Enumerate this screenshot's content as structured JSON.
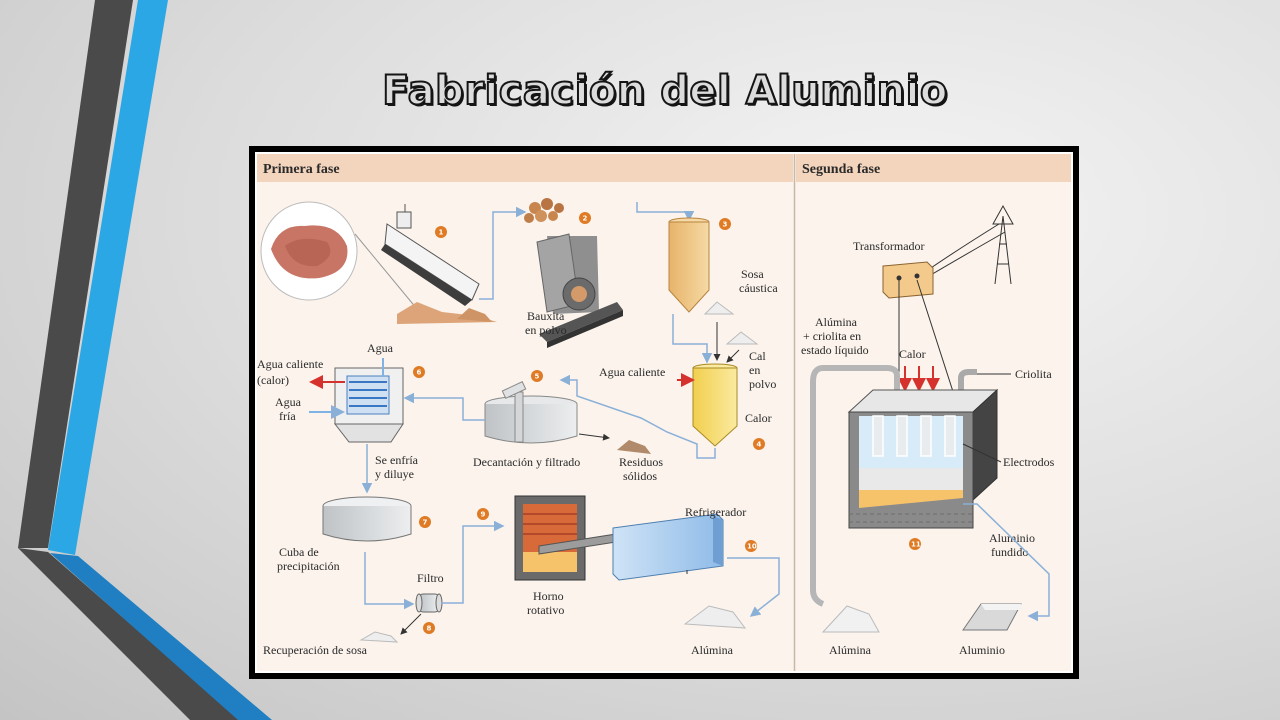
{
  "slide": {
    "title": "Fabricación del Aluminio"
  },
  "diagram": {
    "phase1": "Primera fase",
    "phase2": "Segunda fase",
    "labels": {
      "bauxita_1": "Bauxita",
      "bauxita_2": "en polvo",
      "sosa_1": "Sosa",
      "sosa_2": "cáustica",
      "agua_caliente": "Agua caliente",
      "cal_1": "Cal",
      "cal_2": "en",
      "cal_3": "polvo",
      "calor_4": "Calor",
      "agua": "Agua",
      "agua_caliente_6a": "Agua caliente",
      "agua_caliente_6b": "(calor)",
      "agua_fria_1": "Agua",
      "agua_fria_2": "fría",
      "se_enfria_1": "Se enfría",
      "se_enfria_2": "y diluye",
      "decantacion": "Decantación y filtrado",
      "residuos_1": "Residuos",
      "residuos_2": "sólidos",
      "cuba_1": "Cuba de",
      "cuba_2": "precipitación",
      "filtro": "Filtro",
      "recuperacion": "Recuperación de sosa",
      "horno_1": "Horno",
      "horno_2": "rotativo",
      "refrigerador": "Refrigerador",
      "alumina_1": "Alúmina",
      "transformador": "Transformador",
      "alumina_criolita_1": "Alúmina",
      "alumina_criolita_2": "+ criolita en",
      "alumina_criolita_3": "estado líquido",
      "calor_11": "Calor",
      "criolita": "Criolita",
      "electrodos": "Electrodos",
      "aluminio_fundido_1": "Aluminio",
      "aluminio_fundido_2": "fundido",
      "alumina_2": "Alúmina",
      "aluminio": "Aluminio"
    },
    "steps": [
      "1",
      "2",
      "3",
      "4",
      "5",
      "6",
      "7",
      "8",
      "9",
      "10",
      "11"
    ],
    "colors": {
      "panel_bg": "#fbf3ec",
      "header_bg": "#f3d4bc",
      "step_circle": "#e07b25",
      "flow_line": "#8ab0d8",
      "heat_arrow": "#d6322d",
      "accent_blue": "#29a9e8",
      "accent_dark": "#4a4a4a"
    }
  }
}
